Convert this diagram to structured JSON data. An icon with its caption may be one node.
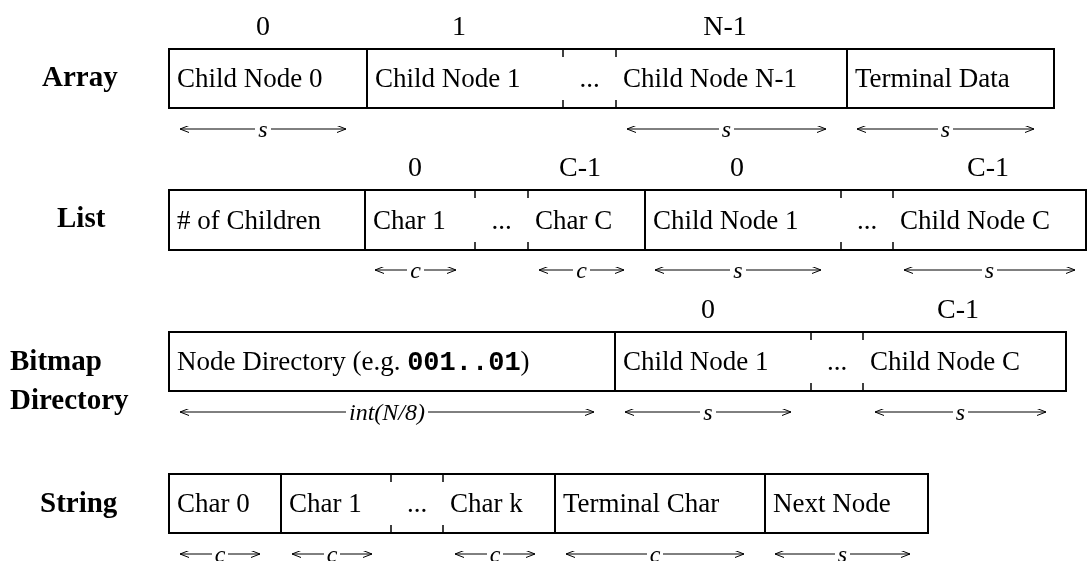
{
  "diagram": {
    "nodes": [
      {
        "text": [
          "Child Node 0"
        ]
      },
      {
        "text": [
          "Child Node 1"
        ]
      },
      {
        "text": [
          "..."
        ]
      },
      {
        "text": [
          "Child Node N-1"
        ]
      },
      {
        "text": [
          "Terminal Data"
        ]
      },
      {
        "text": [
          "# of Children"
        ]
      },
      {
        "text": [
          "Char 1"
        ]
      },
      {
        "text": [
          "..."
        ]
      },
      {
        "text": [
          "Char C"
        ]
      },
      {
        "text": [
          "Child Node 1"
        ]
      },
      {
        "text": [
          "..."
        ]
      },
      {
        "text": [
          "Child Node C"
        ]
      },
      {
        "text": [
          "Node Directory (e.g. **001..01**)"
        ]
      },
      {
        "text": [
          "Child Node 1"
        ]
      },
      {
        "text": [
          "..."
        ]
      },
      {
        "text": [
          "Child Node C"
        ]
      },
      {
        "text": [
          "Char 0"
        ]
      },
      {
        "text": [
          "Char 1"
        ]
      },
      {
        "text": [
          "..."
        ]
      },
      {
        "text": [
          "Char k"
        ]
      },
      {
        "text": [
          "Terminal Char"
        ]
      },
      {
        "text": [
          "Next Node"
        ]
      }
    ],
    "edges": [],
    "labels": [
      "0",
      "1",
      "N-1",
      "Array",
      "s",
      "s",
      "s",
      "0",
      "C-1",
      "0",
      "C-1",
      "List",
      "c",
      "c",
      "s",
      "s",
      "0",
      "C-1",
      "Bitmap Directory",
      "int(N/8)",
      "s",
      "s",
      "String",
      "c",
      "c",
      "c",
      "c",
      "s"
    ]
  }
}
